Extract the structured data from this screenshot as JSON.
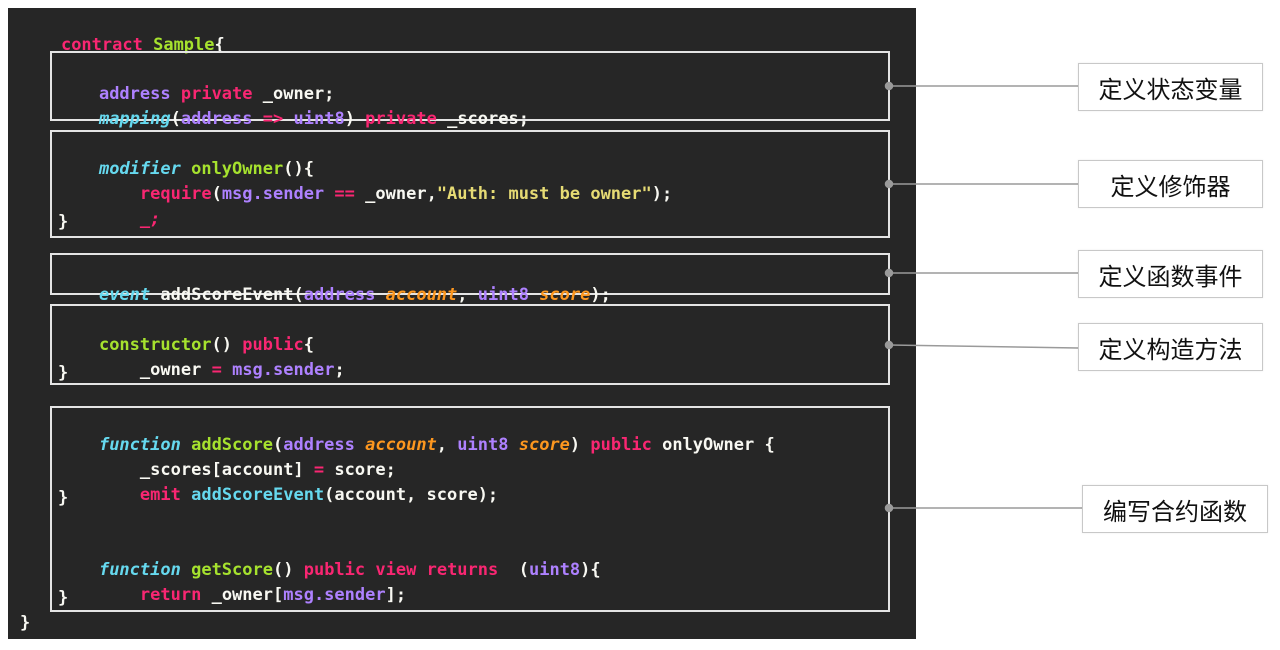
{
  "colors": {
    "background": "#262626",
    "keyword_pink": "#f92672",
    "keyword_purple": "#ae81ff",
    "keyword_cyan": "#66d9ef",
    "function_green": "#a6e22e",
    "param_orange": "#fd971f",
    "string_yellow": "#e6db74",
    "plain": "#f8f8f2",
    "box_border": "#e4e4e4"
  },
  "code": {
    "header": [
      "contract",
      " ",
      "Sample",
      "{"
    ],
    "footer": "}",
    "state_vars": {
      "line1": [
        "address",
        " ",
        "private",
        " ",
        "_owner;"
      ],
      "line2": [
        "mapping",
        "(",
        "address",
        " ",
        "=>",
        " ",
        "uint8",
        ") ",
        "private",
        " ",
        "_scores;"
      ]
    },
    "modifier": {
      "line1": [
        "modifier",
        " ",
        "onlyOwner",
        "(){"
      ],
      "line2": [
        "    ",
        "require",
        "(",
        "msg.sender",
        " ",
        "==",
        " ",
        "_owner,",
        "\"Auth: must be owner\"",
        ");"
      ],
      "line3": [
        "    ",
        "_;"
      ],
      "line4": "}"
    },
    "event": {
      "line1": [
        "event",
        " ",
        "addScoreEvent",
        "(",
        "address",
        " ",
        "account",
        ", ",
        "uint8",
        " ",
        "score",
        ");"
      ]
    },
    "constructor": {
      "line1": [
        "constructor",
        "()",
        " ",
        "public",
        "{"
      ],
      "line2": [
        "    ",
        "_owner",
        " ",
        "=",
        " ",
        "msg.sender",
        ";"
      ],
      "line3": "}"
    },
    "functions": {
      "line1": [
        "function",
        " ",
        "addScore",
        "(",
        "address",
        " ",
        "account",
        ", ",
        "uint8",
        " ",
        "score",
        ")",
        " ",
        "public",
        " ",
        "onlyOwner",
        " {"
      ],
      "line2": [
        "    ",
        "_scores[account]",
        " ",
        "=",
        " ",
        "score;"
      ],
      "line3": [
        "    ",
        "emit",
        " ",
        "addScoreEvent",
        "(account, score);"
      ],
      "line4": "}",
      "line5": [
        "function",
        " ",
        "getScore",
        "()",
        " ",
        "public",
        " ",
        "view",
        " ",
        "returns",
        "  ",
        "(",
        "uint8",
        "){"
      ],
      "line6": [
        "    ",
        "return",
        " ",
        "_owner[",
        "msg.sender",
        "];"
      ],
      "line7": "}"
    }
  },
  "labels": {
    "state_vars": "定义状态变量",
    "modifier": "定义修饰器",
    "event": "定义函数事件",
    "constructor": "定义构造方法",
    "functions": "编写合约函数"
  }
}
